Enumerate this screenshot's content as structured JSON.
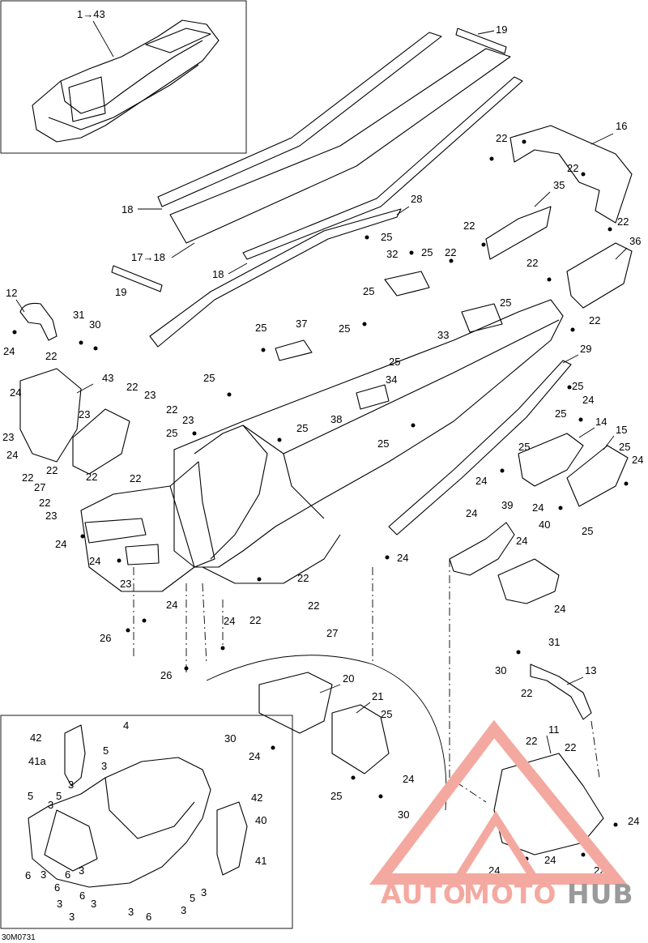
{
  "diagram": {
    "drawing_code": "30M0731",
    "inset_top_label": "1→43",
    "labels": {
      "l19a": "19",
      "l16": "16",
      "l22a": "22",
      "l22b": "22",
      "l22c": "22",
      "l18a": "18",
      "l28": "28",
      "l25a": "25",
      "l17": "17→18",
      "l18b": "18",
      "l35": "35",
      "l22d": "22",
      "l36": "36",
      "l25b": "25",
      "l22e": "22",
      "l32": "32",
      "l22f": "22",
      "l25c": "25",
      "l19b": "19",
      "l12": "12",
      "l31a": "31",
      "l30a": "30",
      "l24a": "24",
      "l22g": "22",
      "l25d": "25",
      "l37": "37",
      "l25e": "25",
      "l33": "33",
      "l25f": "25",
      "l22h": "22",
      "l29": "29",
      "l25g": "25",
      "l43": "43",
      "l25h": "25",
      "l34": "34",
      "l24b": "24",
      "l23a": "23",
      "l22i": "22",
      "l23b": "23",
      "l22j": "22",
      "l38": "38",
      "l25i": "25",
      "l24c": "24",
      "l14": "14",
      "l15": "15",
      "l23c": "23",
      "l23d": "23",
      "l25j": "25",
      "l25k": "25",
      "l25l": "25",
      "l24d": "24",
      "l24e": "24",
      "l22k": "22",
      "l22l": "22",
      "l22m": "22",
      "l22n": "22",
      "l27a": "27",
      "l22o": "22",
      "l23e": "23",
      "l39": "39",
      "l24f": "24",
      "l24g": "24",
      "l40a": "40",
      "l25m": "25",
      "l24h": "24",
      "l24i": "24",
      "l24j": "24",
      "l23f": "23",
      "l22p": "22",
      "l24k": "24",
      "l22q": "22",
      "l24l": "24",
      "l22r": "22",
      "l26a": "26",
      "l27b": "27",
      "l31b": "31",
      "l26b": "26",
      "l20": "20",
      "l13": "13",
      "l30b": "30",
      "l25n": "25",
      "l21": "21",
      "l22s": "22",
      "l25o": "25",
      "l30c": "30",
      "l24m": "24",
      "l11": "11",
      "l22t": "22",
      "l22u": "22",
      "l24n": "24",
      "l25p": "25",
      "l30d": "30",
      "l24o": "24",
      "l24p": "24",
      "l24q": "24",
      "l22v": "22",
      "l42a": "42",
      "l4": "4",
      "l41a": "41a",
      "l5a": "5",
      "l3a": "3",
      "l5b": "5",
      "l3b": "3",
      "l5c": "5",
      "l3c": "3",
      "l42b": "42",
      "l40b": "40",
      "l6a": "6",
      "l3d": "3",
      "l6b": "6",
      "l41b": "41",
      "l6c": "6",
      "l3e": "3",
      "l6d": "6",
      "l3f": "3",
      "l5d": "5",
      "l3g": "3",
      "l3h": "3",
      "l3i": "3",
      "l6e": "6",
      "l3j": "3",
      "l5e": "5"
    }
  },
  "watermark": {
    "text_auto": "AUTO",
    "text_moto": "MOTO",
    "text_hub": "HUB",
    "color_primary": "#f4a9a0",
    "color_secondary": "#9a9a9a"
  }
}
